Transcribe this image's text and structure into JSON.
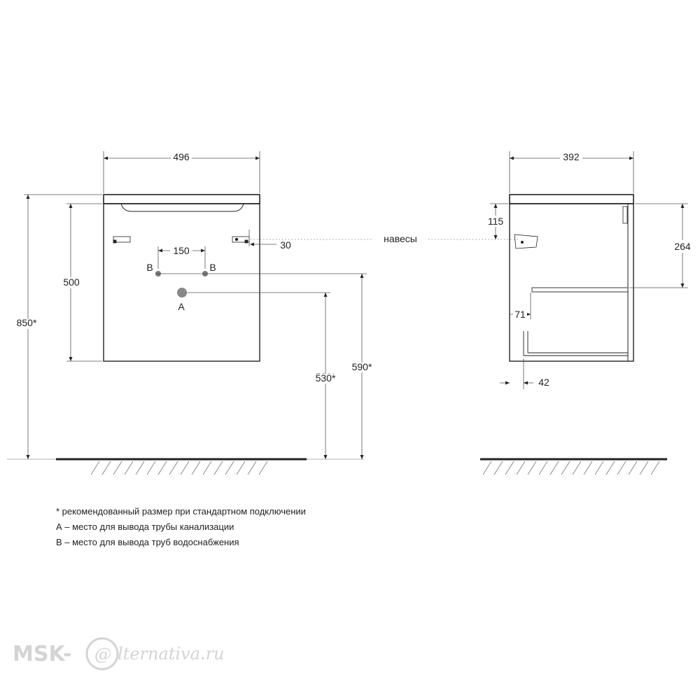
{
  "front_view": {
    "width_label": "496",
    "height_label": "500",
    "total_height_label": "850*",
    "pipe_spacing_label": "150",
    "hinge_offset_label": "30",
    "letter_b_left": "B",
    "letter_b_right": "B",
    "letter_a": "A",
    "drain_height_label": "530*",
    "water_height_label": "590*"
  },
  "side_view": {
    "depth_label": "392",
    "hinge_top_label": "115",
    "shelf_height_label": "264",
    "inner_offset_label": "71",
    "bottom_offset_label": "42"
  },
  "hinges_label": "навесы",
  "notes": [
    "* рекомендованный размер при стандартном подключении",
    "А – место для вывода трубы канализации",
    "В – место для вывода труб водоснабжения"
  ],
  "watermark": {
    "prefix": "MSK-",
    "symbol": "@",
    "suffix": "lternativa.ru"
  },
  "colors": {
    "line": "#222222",
    "dim_line": "#555555",
    "watermark": "#d4d4d4"
  }
}
